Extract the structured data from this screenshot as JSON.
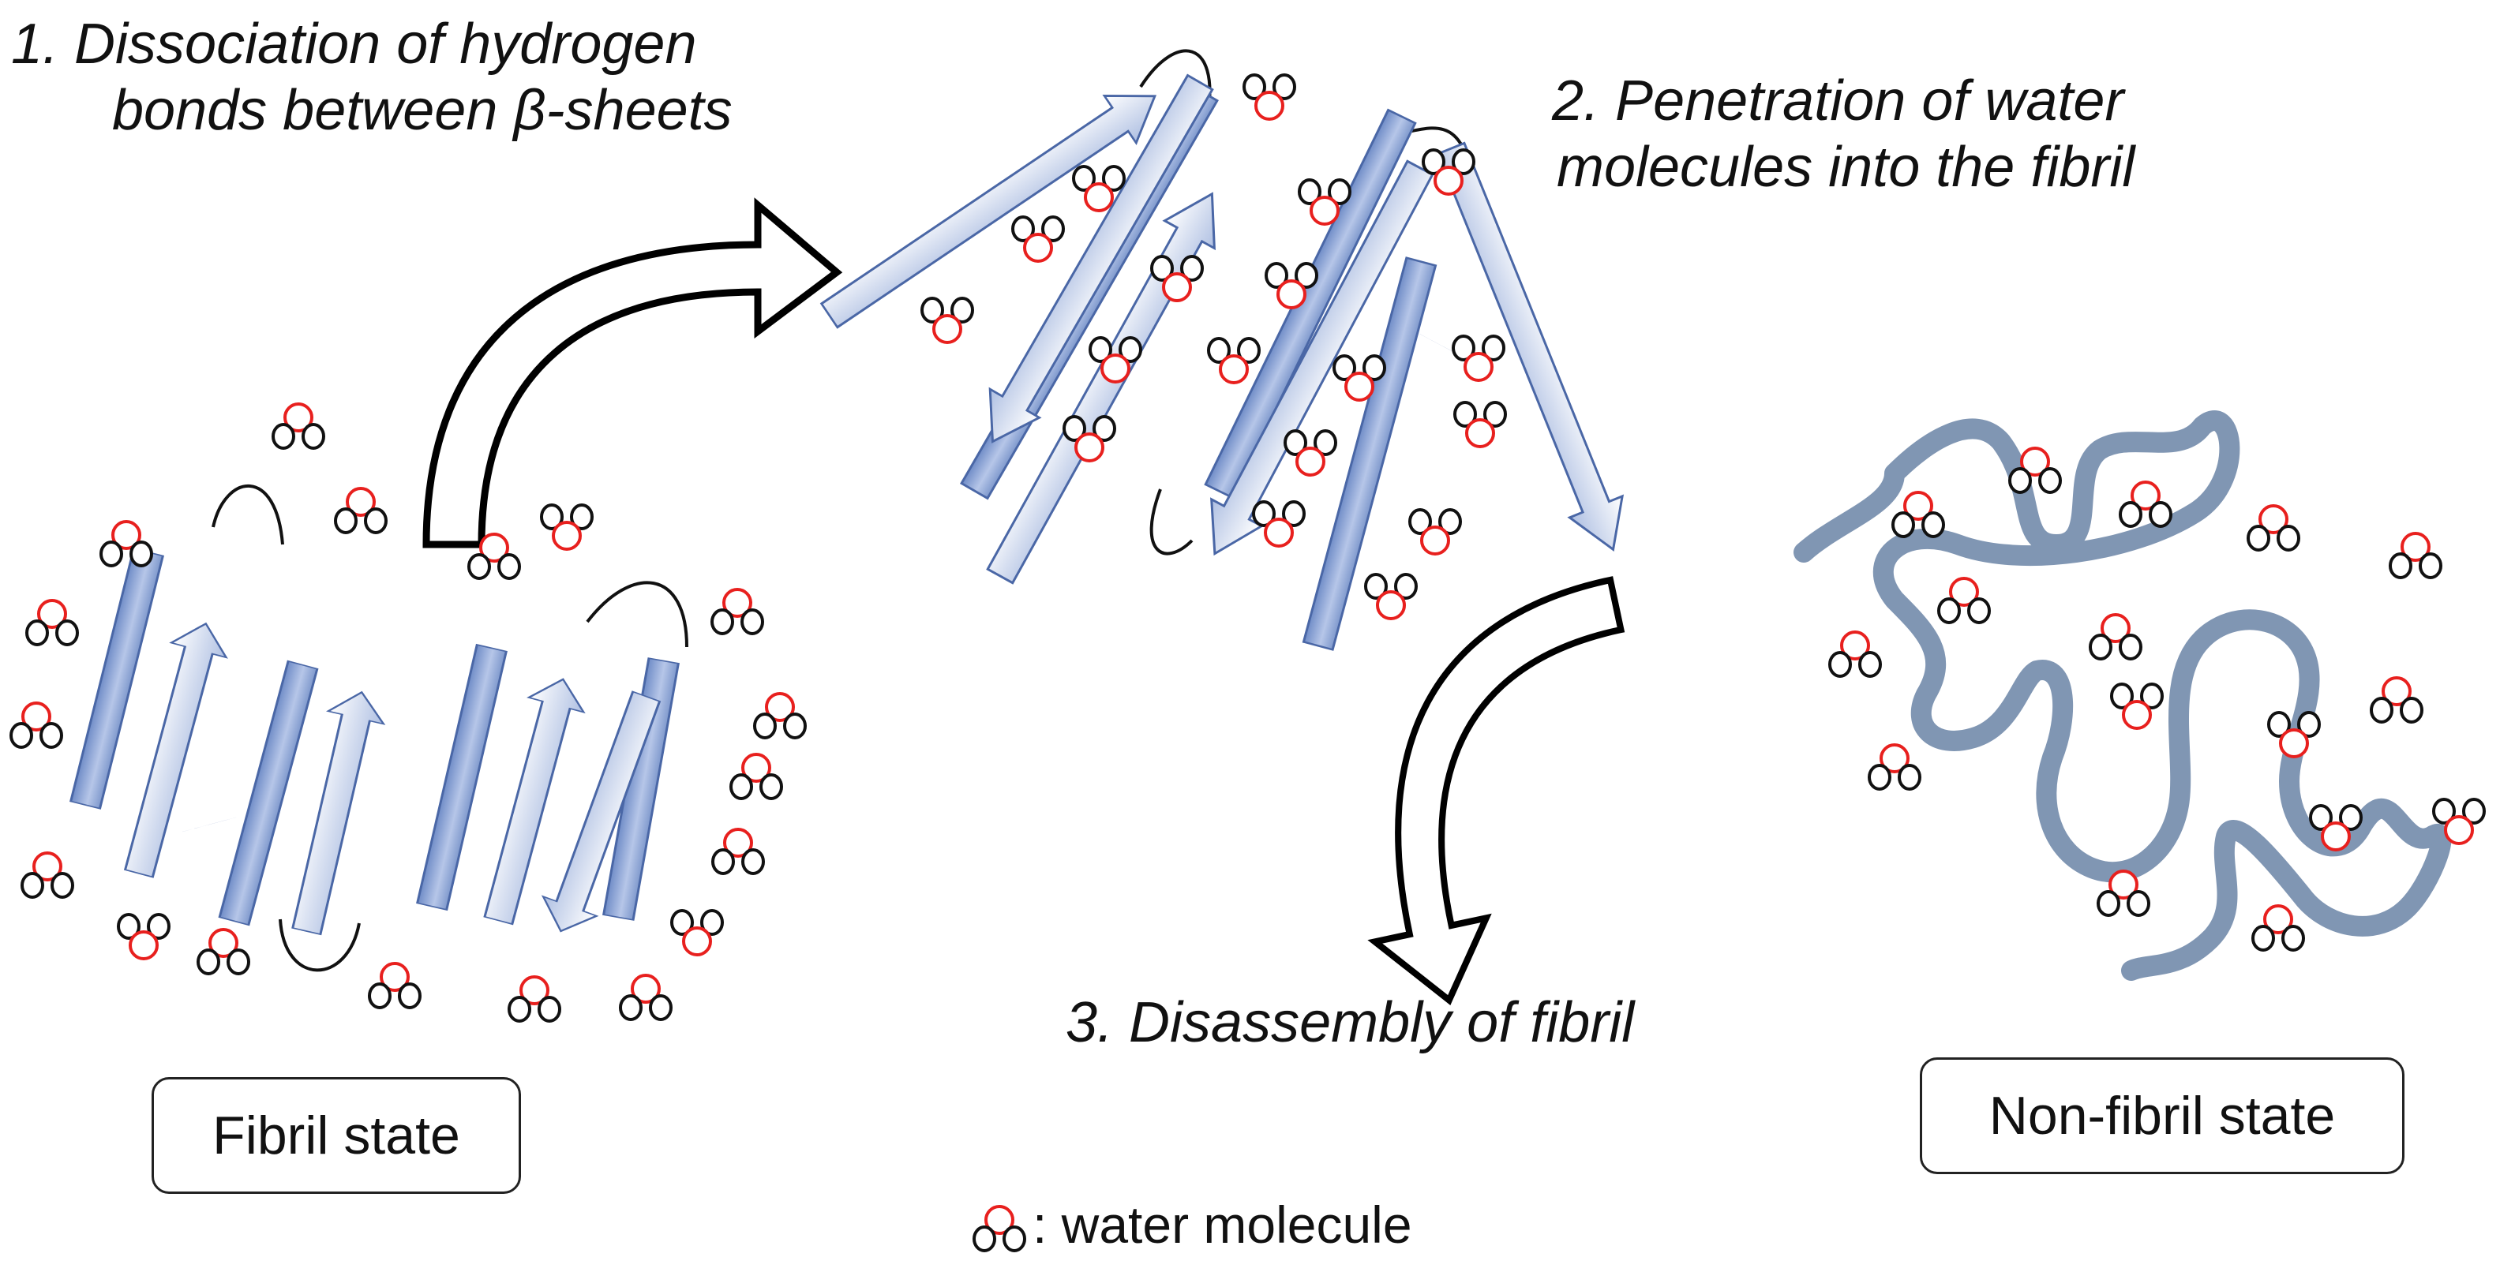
{
  "steps": {
    "step1_line1": "1.  Dissociation of hydrogen",
    "step1_line2_pre": "bonds between ",
    "step1_line2_beta": "β",
    "step1_line2_post": "-sheets",
    "step2_line1": "2. Penetration of water",
    "step2_line2": "molecules into the fibril",
    "step3": "3. Disassembly of fibril"
  },
  "states": {
    "fibril": "Fibril state",
    "non_fibril": "Non-fibril state"
  },
  "legend": {
    "icon": "water-molecule-icon",
    "text": ": water molecule"
  },
  "colors": {
    "strand_fill_light": "#dbe5f5",
    "strand_fill_dark": "#7f9bcf",
    "strand_stroke": "#4a67a6",
    "oxygen": "#e8201e",
    "hydrogen": "#111111",
    "coil": "#8096b3"
  }
}
